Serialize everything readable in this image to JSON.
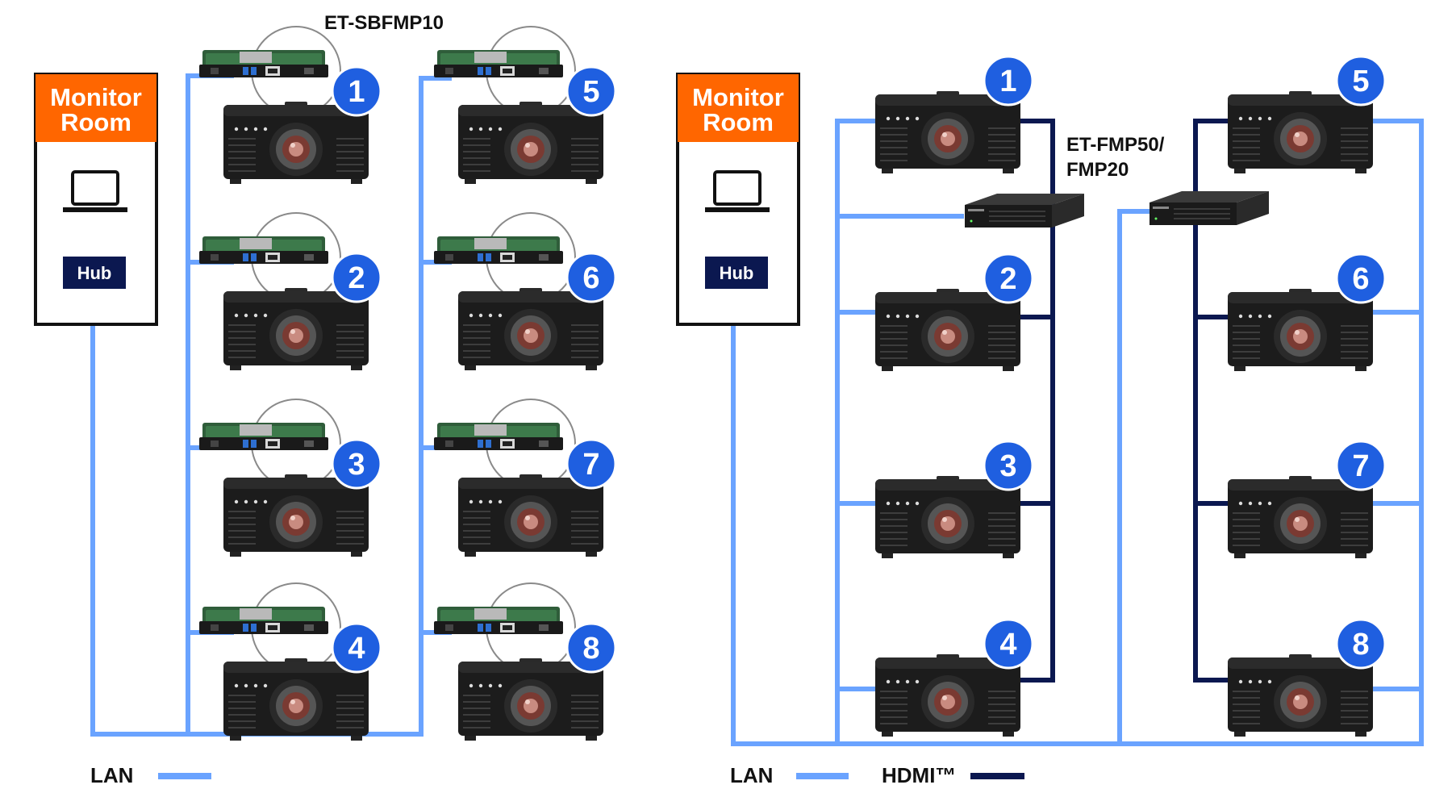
{
  "colors": {
    "lan": "#6aa3ff",
    "hdmi": "#0b1850",
    "monitor_room": "#ff6600",
    "badge": "#1f5fe0",
    "hub": "#0b1850",
    "projector": "#1b1b1b"
  },
  "icons": [
    "laptop-icon",
    "projector-icon",
    "function-board-icon",
    "media-processor-icon"
  ],
  "left": {
    "monitor_room": {
      "line1": "Monitor",
      "line2": "Room"
    },
    "hub": "Hub",
    "board_label": "ET-SBFMP10",
    "projectors": [
      "1",
      "2",
      "3",
      "4",
      "5",
      "6",
      "7",
      "8"
    ],
    "legend": {
      "lan": "LAN"
    }
  },
  "right": {
    "monitor_room": {
      "line1": "Monitor",
      "line2": "Room"
    },
    "hub": "Hub",
    "processor_label": {
      "line1": "ET-FMP50/",
      "line2": "FMP20"
    },
    "projectors": [
      "1",
      "2",
      "3",
      "4",
      "5",
      "6",
      "7",
      "8"
    ],
    "legend": {
      "lan": "LAN",
      "hdmi": "HDMI™"
    }
  }
}
